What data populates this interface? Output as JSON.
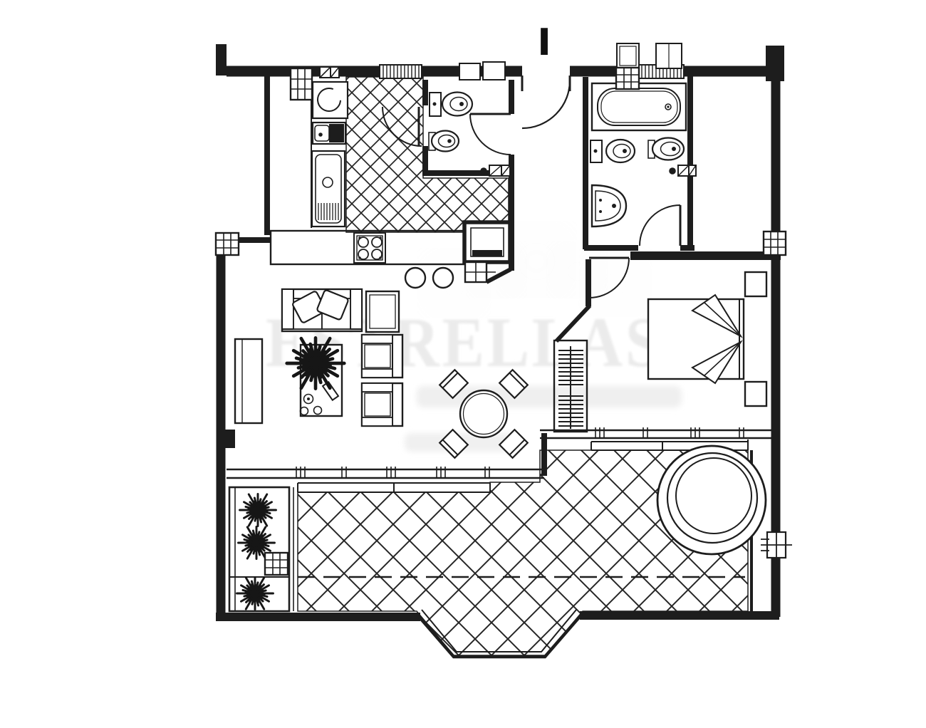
{
  "document": {
    "type": "architectural-floor-plan",
    "style": "black-line CAD drawing on white"
  },
  "marker": {
    "label": "I"
  },
  "watermark": {
    "title": "ESTRELLAS",
    "color": "#ebebeb",
    "star_count": 5,
    "note": "large faint gray serif word with soft stars above and two illegible blurred text lines below"
  },
  "palette": {
    "ink": "#1d1d1d",
    "background": "#ffffff",
    "watermark_gray": "#ebebeb"
  },
  "rooms": [
    {
      "name": "kitchen",
      "floor": "small diagonal cross-hatch tile"
    },
    {
      "name": "guest-bathroom",
      "fixtures": [
        "toilet",
        "bidet",
        "water-heater"
      ]
    },
    {
      "name": "entrance-hall",
      "fixtures": [
        "entrance-door"
      ]
    },
    {
      "name": "main-bathroom",
      "fixtures": [
        "bathtub",
        "toilet",
        "bidet",
        "washbasin",
        "water-heater"
      ]
    },
    {
      "name": "living-dining-room",
      "fixtures": [
        "sofa",
        "side-table",
        "armchair",
        "armchair",
        "coffee-table",
        "palm-plant",
        "round-dining-table",
        "dining-chairs",
        "window-bench",
        "breakfast-bar-stools"
      ]
    },
    {
      "name": "bedroom",
      "fixtures": [
        "double-bed",
        "pillows",
        "nightstand",
        "nightstand",
        "radiator"
      ]
    },
    {
      "name": "terrace",
      "floor": "large diagonal cross-hatch tile",
      "fixtures": [
        "round-jacuzzi",
        "planter-bed",
        "shrub-plants",
        "level-dashed-line"
      ]
    }
  ],
  "kitchen_fixtures": [
    "water-heater",
    "washing-machine",
    "sink-unit",
    "tall-sink-drainer-unit",
    "gas-hob-4-burner",
    "refrigerator",
    "bar-counter",
    "two-bar-stools"
  ],
  "structure": [
    "stepped-exterior-walls",
    "grid-columns",
    "window-combs",
    "door-swing-arcs",
    "bay-shaped-terrace-edge"
  ]
}
